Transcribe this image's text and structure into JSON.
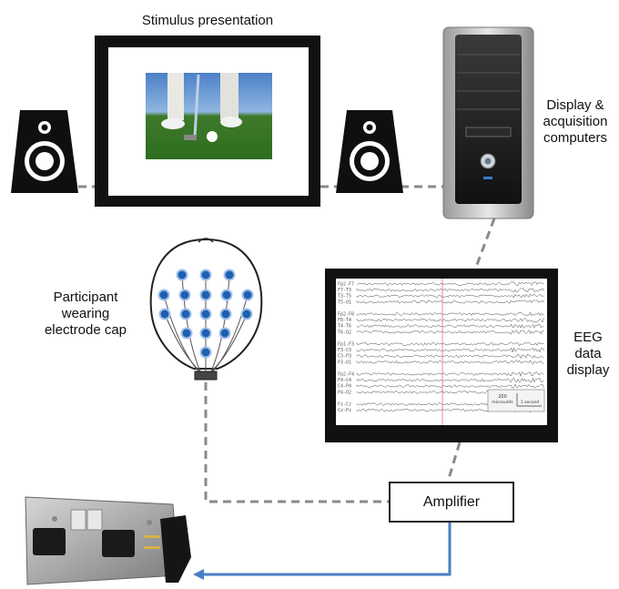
{
  "labels": {
    "stimulus": "Stimulus presentation",
    "computers_line1": "Display &",
    "computers_line2": "acquisition",
    "computers_line3": "computers",
    "participant_line1": "Participant",
    "participant_line2": "wearing",
    "participant_line3": "electrode cap",
    "eeg_line1": "EEG",
    "eeg_line2": "data",
    "eeg_line3": "display",
    "amplifier": "Amplifier"
  },
  "eeg": {
    "channels": [
      "Fp2-F7",
      "F7-T3",
      "T3-T5",
      "T5-O1",
      "",
      "Fp2-F8",
      "F8-T4",
      "T4-T6",
      "T6-O2",
      "",
      "Fp1-F3",
      "F3-C3",
      "C3-P3",
      "P3-O1",
      "",
      "Fp2-F4",
      "F4-C4",
      "C4-P4",
      "P4-O2",
      "",
      "Fz-Cz",
      "Cz-Pz"
    ],
    "scale_amplitude": "200",
    "scale_amplitude_unit": "microvolts",
    "scale_time": "1 second"
  },
  "colors": {
    "connection_gray": "#8a8a8a",
    "power_cable_blue": "#4a7fc1",
    "electrode_blue": "#1f5fb0"
  }
}
